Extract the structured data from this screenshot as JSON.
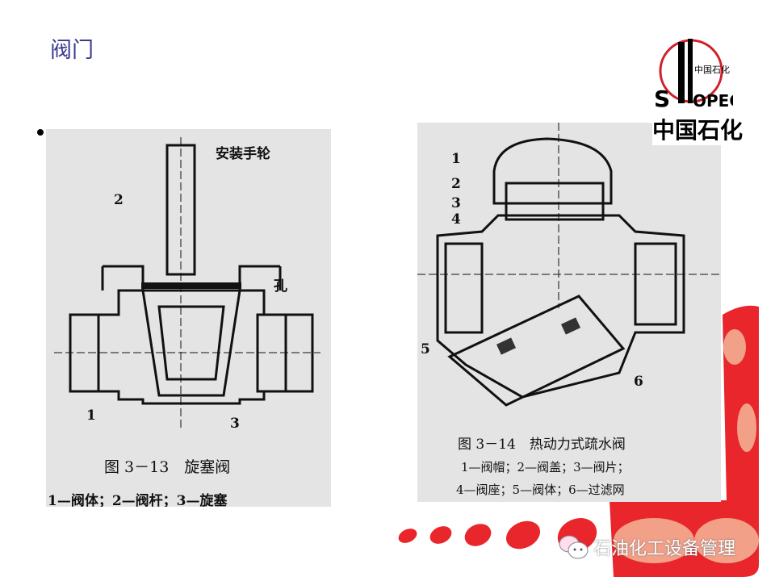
{
  "slide": {
    "title": "阀门"
  },
  "logo": {
    "text_cn": "中国石化",
    "text_en": "SINOPEC",
    "subtitle": "中国石化"
  },
  "figure_left": {
    "labels": {
      "handwheel": "安装手轮",
      "n2": "2",
      "hole": "孔",
      "n1": "1",
      "n3": "3"
    },
    "caption": "图 3－13　旋塞阀",
    "legend": "1—阀体；2—阀杆；3—旋塞"
  },
  "figure_right": {
    "labels": {
      "n1": "1",
      "n2": "2",
      "n3": "3",
      "n4": "4",
      "n5": "5",
      "n6": "6"
    },
    "caption": "图 3－14　热动力式疏水阀",
    "legend_line1": "1—阀帽；2—阀盖；3—阀片；",
    "legend_line2": "4—阀座；5—阀体；6—过滤网"
  },
  "watermark": {
    "text": "石油化工设备管理",
    "icon": "wechat-icon"
  },
  "colors": {
    "title": "#3a3a8c",
    "accent_red": "#e8262b",
    "salmon": "#f2a088"
  }
}
